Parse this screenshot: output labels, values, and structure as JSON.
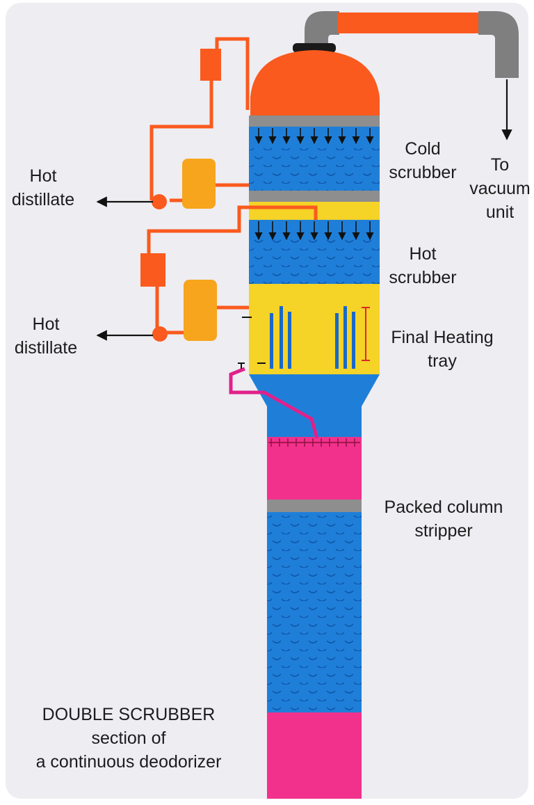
{
  "labels": {
    "cold_scrubber": [
      "Cold",
      "scrubber"
    ],
    "hot_scrubber": [
      "Hot",
      "scrubber"
    ],
    "final_heating_tray": [
      "Final Heating",
      "tray"
    ],
    "packed_column_stripper": [
      "Packed column",
      "stripper"
    ],
    "to_vacuum_unit": [
      "To",
      "vacuum",
      "unit"
    ],
    "hot_distillate_upper": [
      "Hot",
      "distillate"
    ],
    "hot_distillate_lower": [
      "Hot",
      "distillate"
    ]
  },
  "title": [
    "DOUBLE SCRUBBER",
    "section of",
    "a continuous deodorizer"
  ],
  "colors": {
    "background": "#eeedf2",
    "scrubber_blue": "#1f7fd8",
    "tray_yellow": "#f5d327",
    "dome_orange": "#fa5a1e",
    "pipe_orange": "#fa5a1e",
    "vessel_amber": "#f7a51c",
    "stripper_pink": "#f2318c",
    "plate_gray": "#8e8e8e",
    "duct_gray": "#7f7f7f",
    "ripple_blue": "#0f59ad",
    "heater_red": "#e0262b"
  }
}
